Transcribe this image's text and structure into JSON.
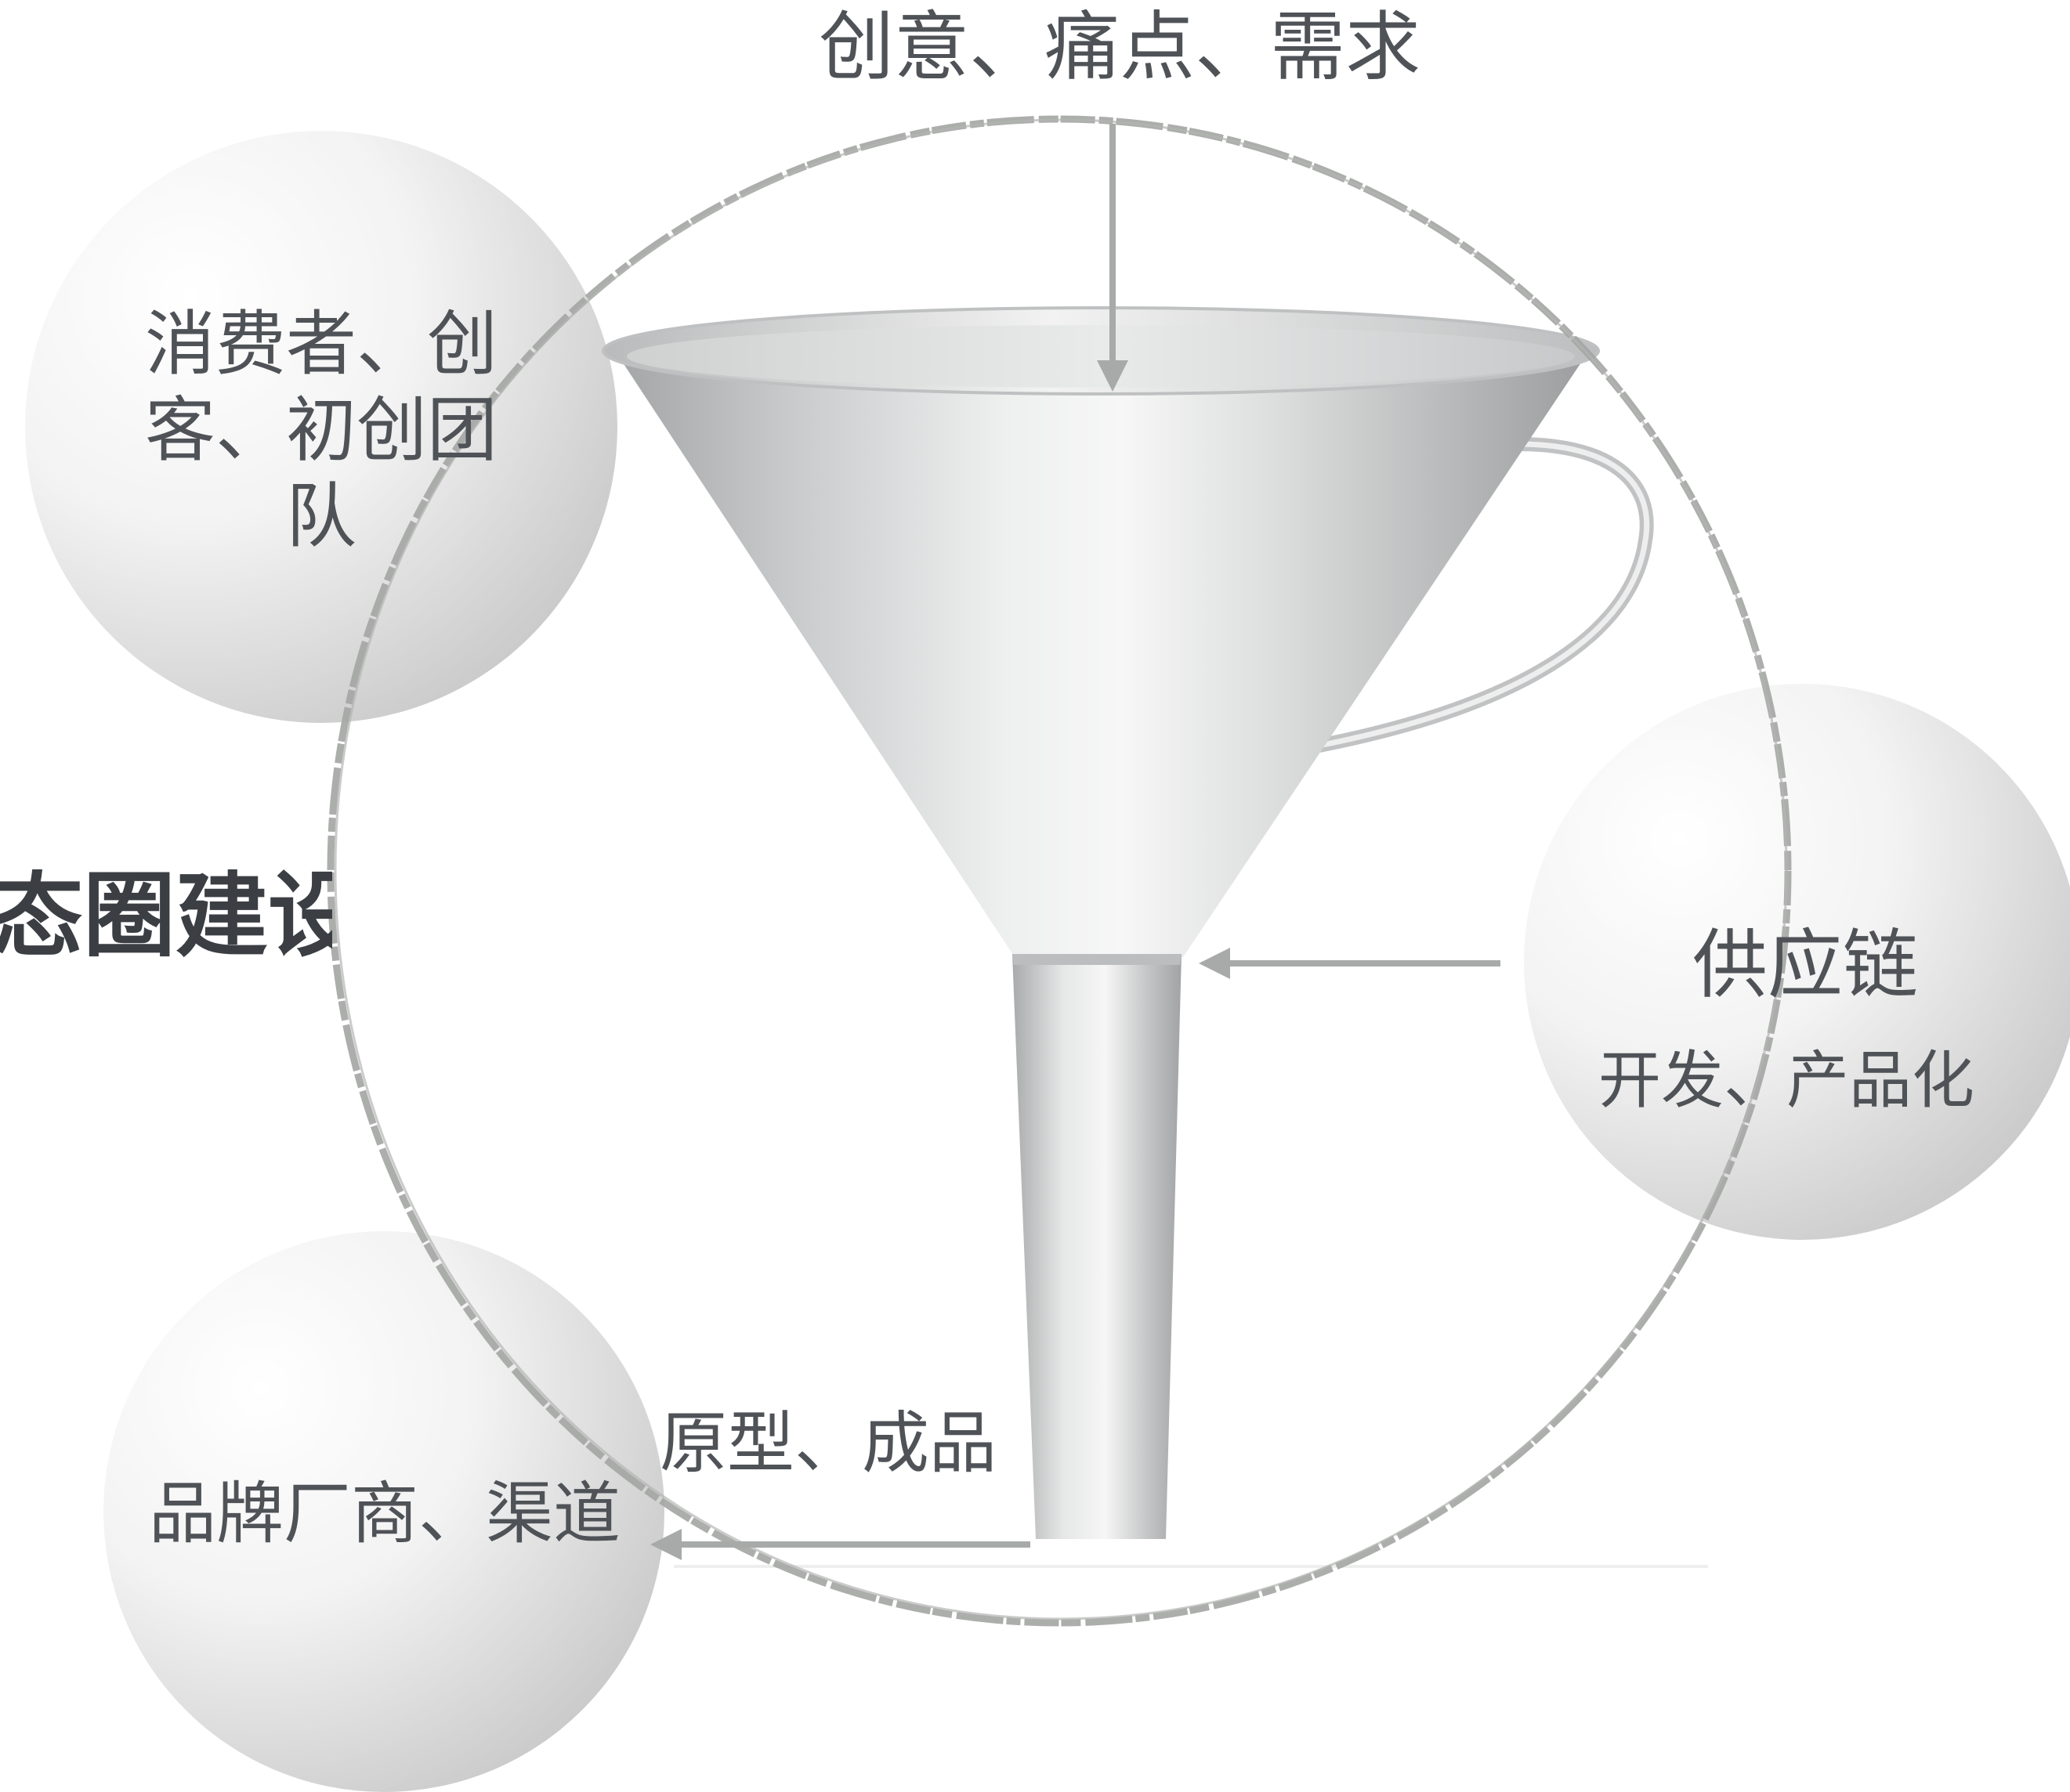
{
  "labels": {
    "top_input": "创意、痛点、需求",
    "consumer_bubble": "消费者、创客、初创团队",
    "ecosystem": "态圈建设",
    "supply_chain_title": "供应链",
    "supply_chain_sub": "开发、产品化",
    "prototype": "原型、成品",
    "brand_bubble": "品牌厂商、渠道"
  },
  "colors": {
    "text": "#4f5357",
    "arrow": "#a7aaa9",
    "ring": "#a3a5a3",
    "bubble_light": "#ffffff",
    "bubble_dark": "#c9c9c9",
    "funnel_light": "#f4f5f5",
    "funnel_dark": "#a9aaab"
  }
}
